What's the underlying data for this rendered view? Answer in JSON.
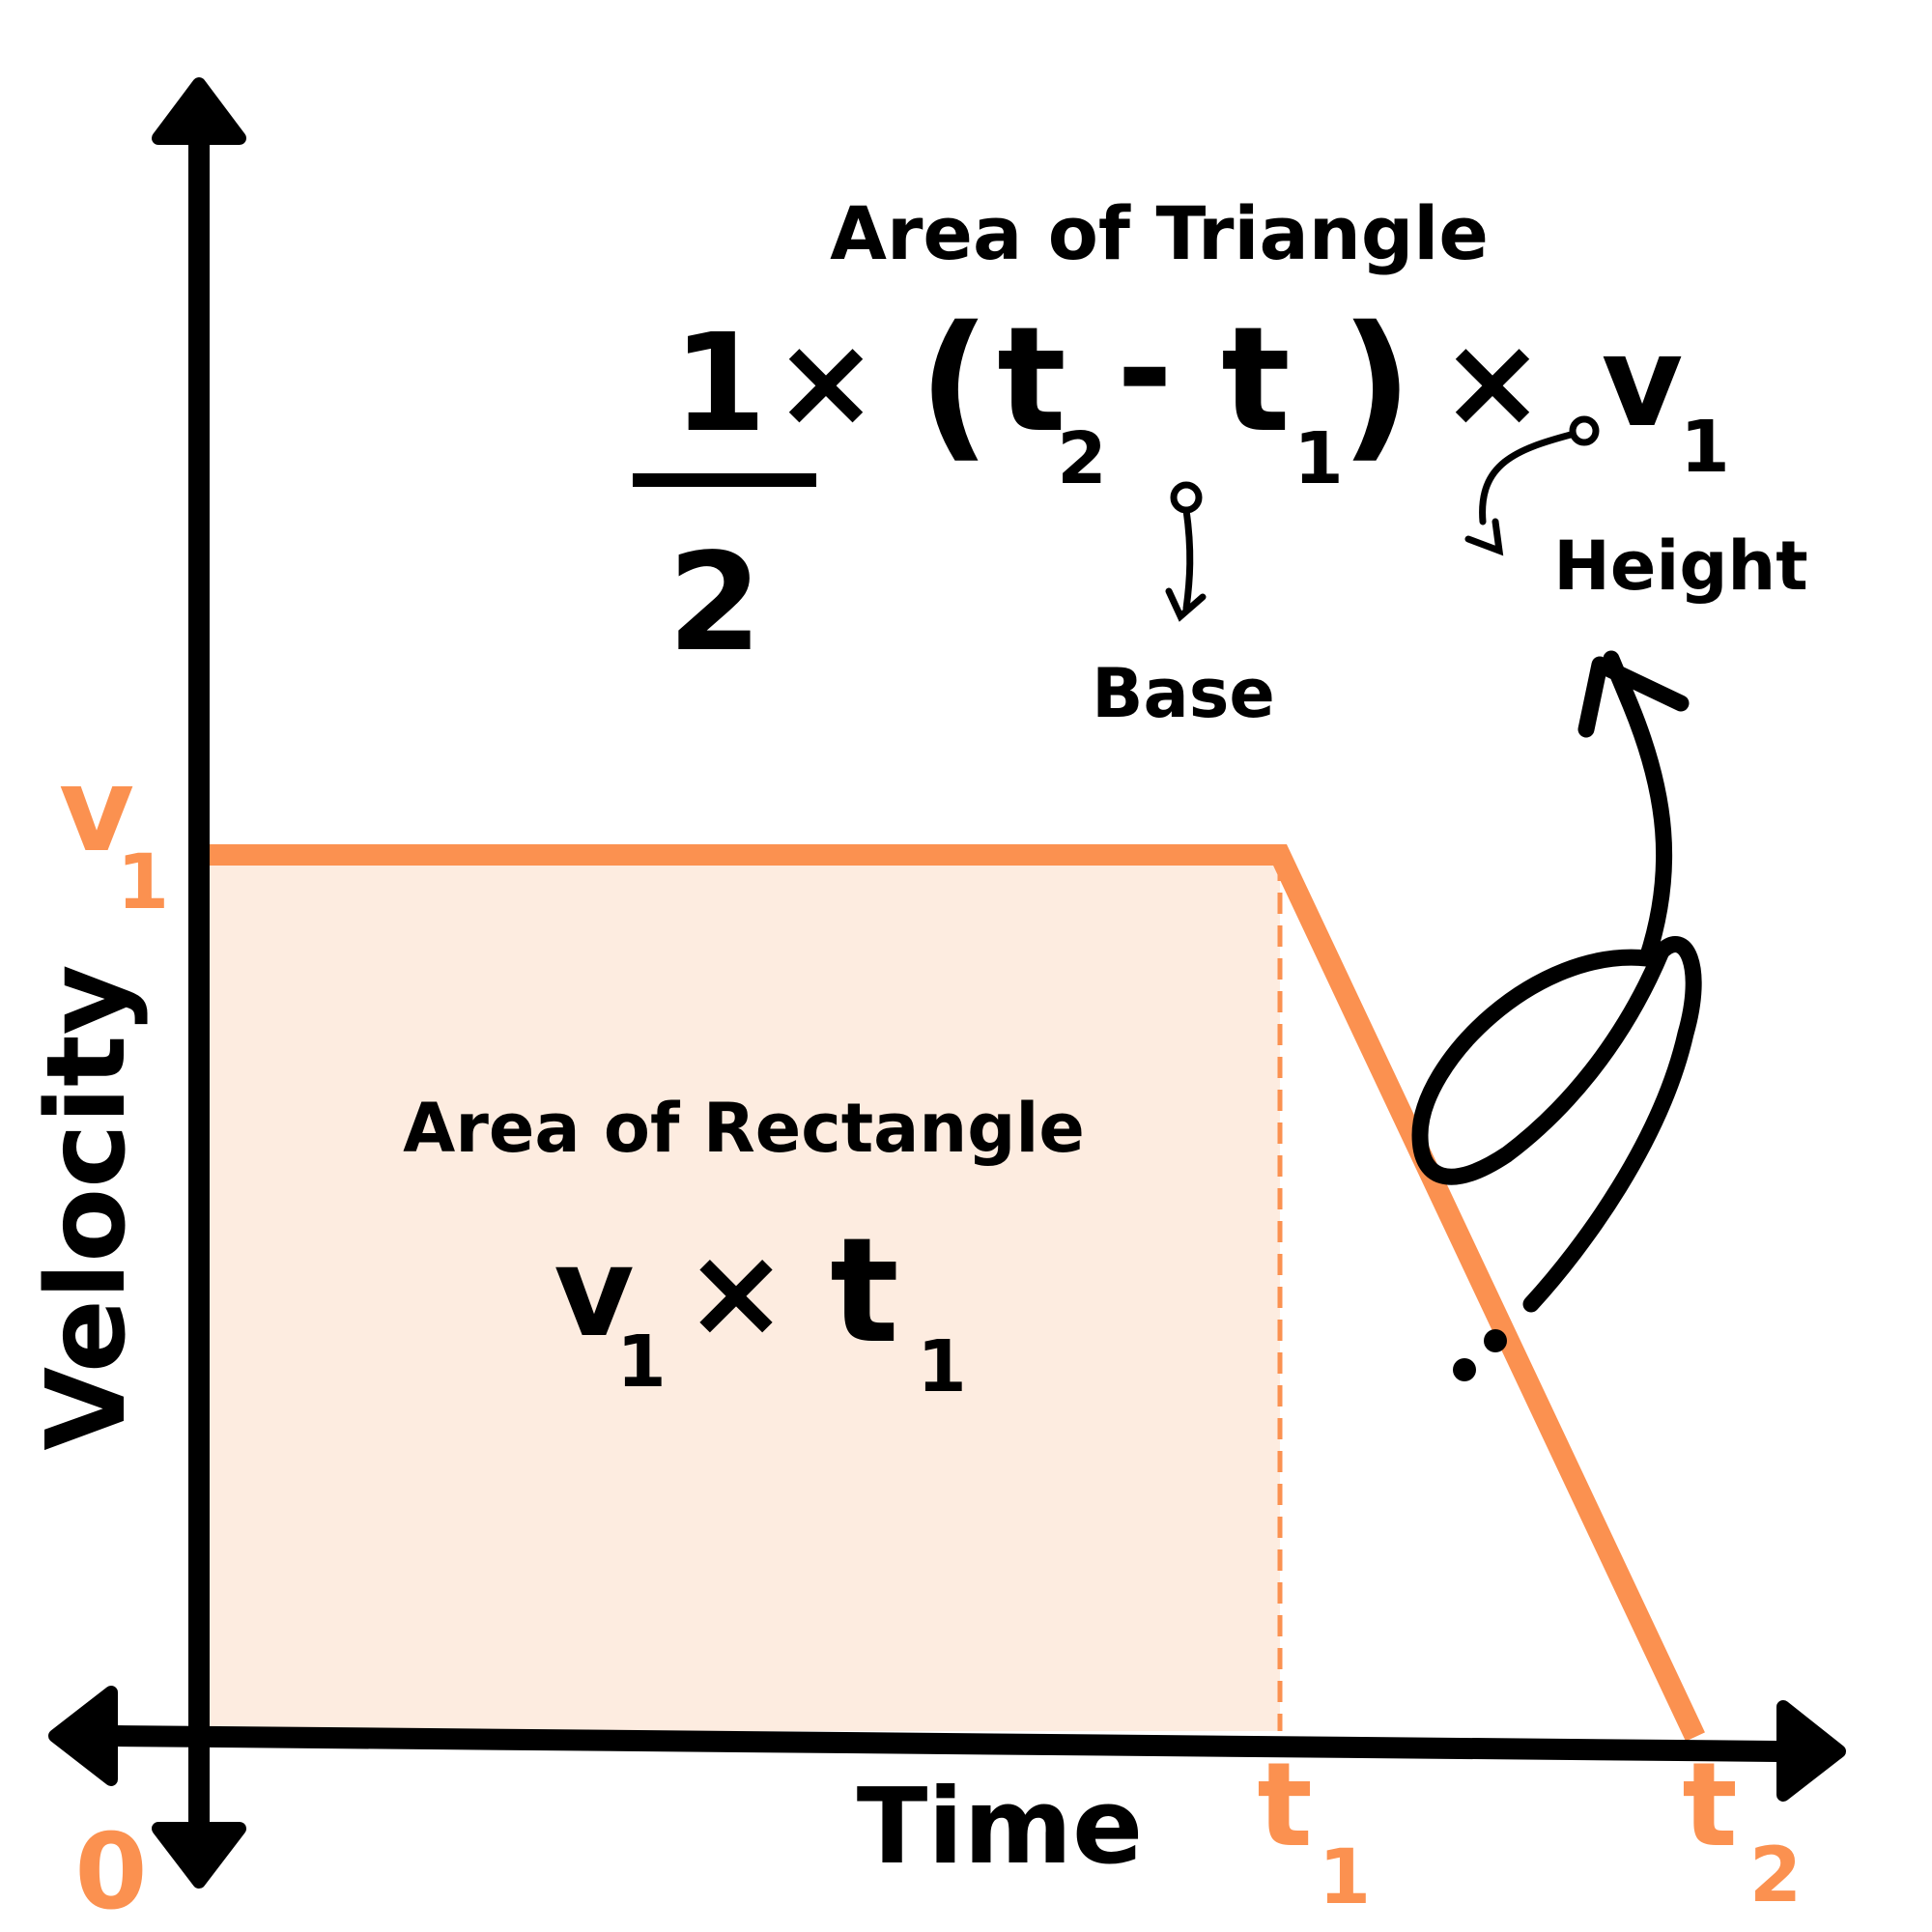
{
  "colors": {
    "ink": "#000000",
    "accent": "#fb9150",
    "rect_fill": "#fdece0",
    "background": "#ffffff"
  },
  "axes": {
    "y_label": "Velocity",
    "x_label": "Time",
    "origin_label": "0",
    "v_symbol": "v",
    "v_sub": "1",
    "t1_symbol": "t",
    "t1_sub": "1",
    "t2_symbol": "t",
    "t2_sub": "2"
  },
  "triangle": {
    "title": "Area of Triangle",
    "numerator": "1",
    "denominator": "2",
    "times": "×",
    "open_paren": "(",
    "t2": "t",
    "t2_sub": "2",
    "minus": "-",
    "t1": "t",
    "t1_sub": "1",
    "close_paren": ")",
    "times2": "×",
    "v1": "v",
    "v1_sub": "1",
    "base_label": "Base",
    "height_label": "Height"
  },
  "rectangle": {
    "title": "Area of Rectangle",
    "v1": "v",
    "v1_sub": "1",
    "times": "×",
    "t1": "t",
    "t1_sub": "1"
  }
}
